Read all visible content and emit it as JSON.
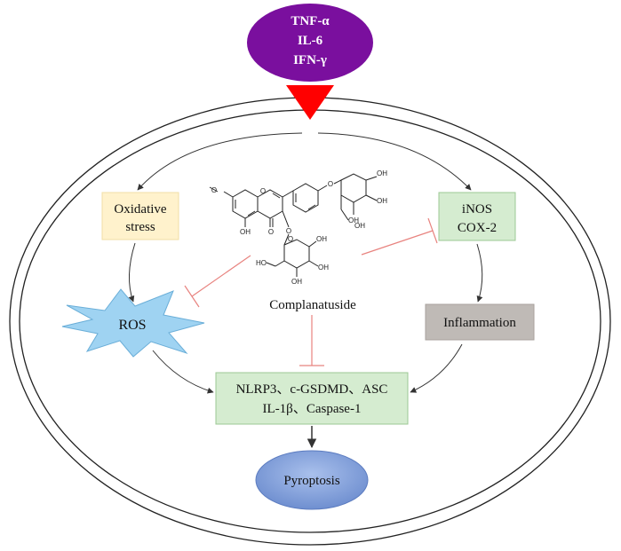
{
  "cytokines": [
    "TNF-α",
    "IL-6",
    "IFN-γ"
  ],
  "nodes": {
    "oxidative_stress": [
      "Oxidative",
      "stress"
    ],
    "ros": "ROS",
    "inos_cox2": [
      "iNOS",
      "COX-2"
    ],
    "inflammation": "Inflammation",
    "inflammasome": [
      "NLRP3、c-GSDMD、ASC",
      "IL-1β、Caspase-1"
    ],
    "pyroptosis": "Pyroptosis",
    "compound": "Complanatuside"
  },
  "structure_atoms": [
    "O",
    "O",
    "O",
    "O",
    "O",
    "OH",
    "OH",
    "OH",
    "OH",
    "OH",
    "OH",
    "O",
    "HO",
    "OH",
    "OH"
  ],
  "colors": {
    "cytokine_fill": "#7a0f9e",
    "trigger": "#ff0000",
    "oxidative_fill": "#fff2cc",
    "ros_fill": "#9fd3f2",
    "green_fill": "#d5ecd0",
    "green_border": "#9cc894",
    "inflammation_fill": "#bfbab6",
    "pyroptosis_fill": "#7f9fd8",
    "inhibit": "#e8837f"
  }
}
